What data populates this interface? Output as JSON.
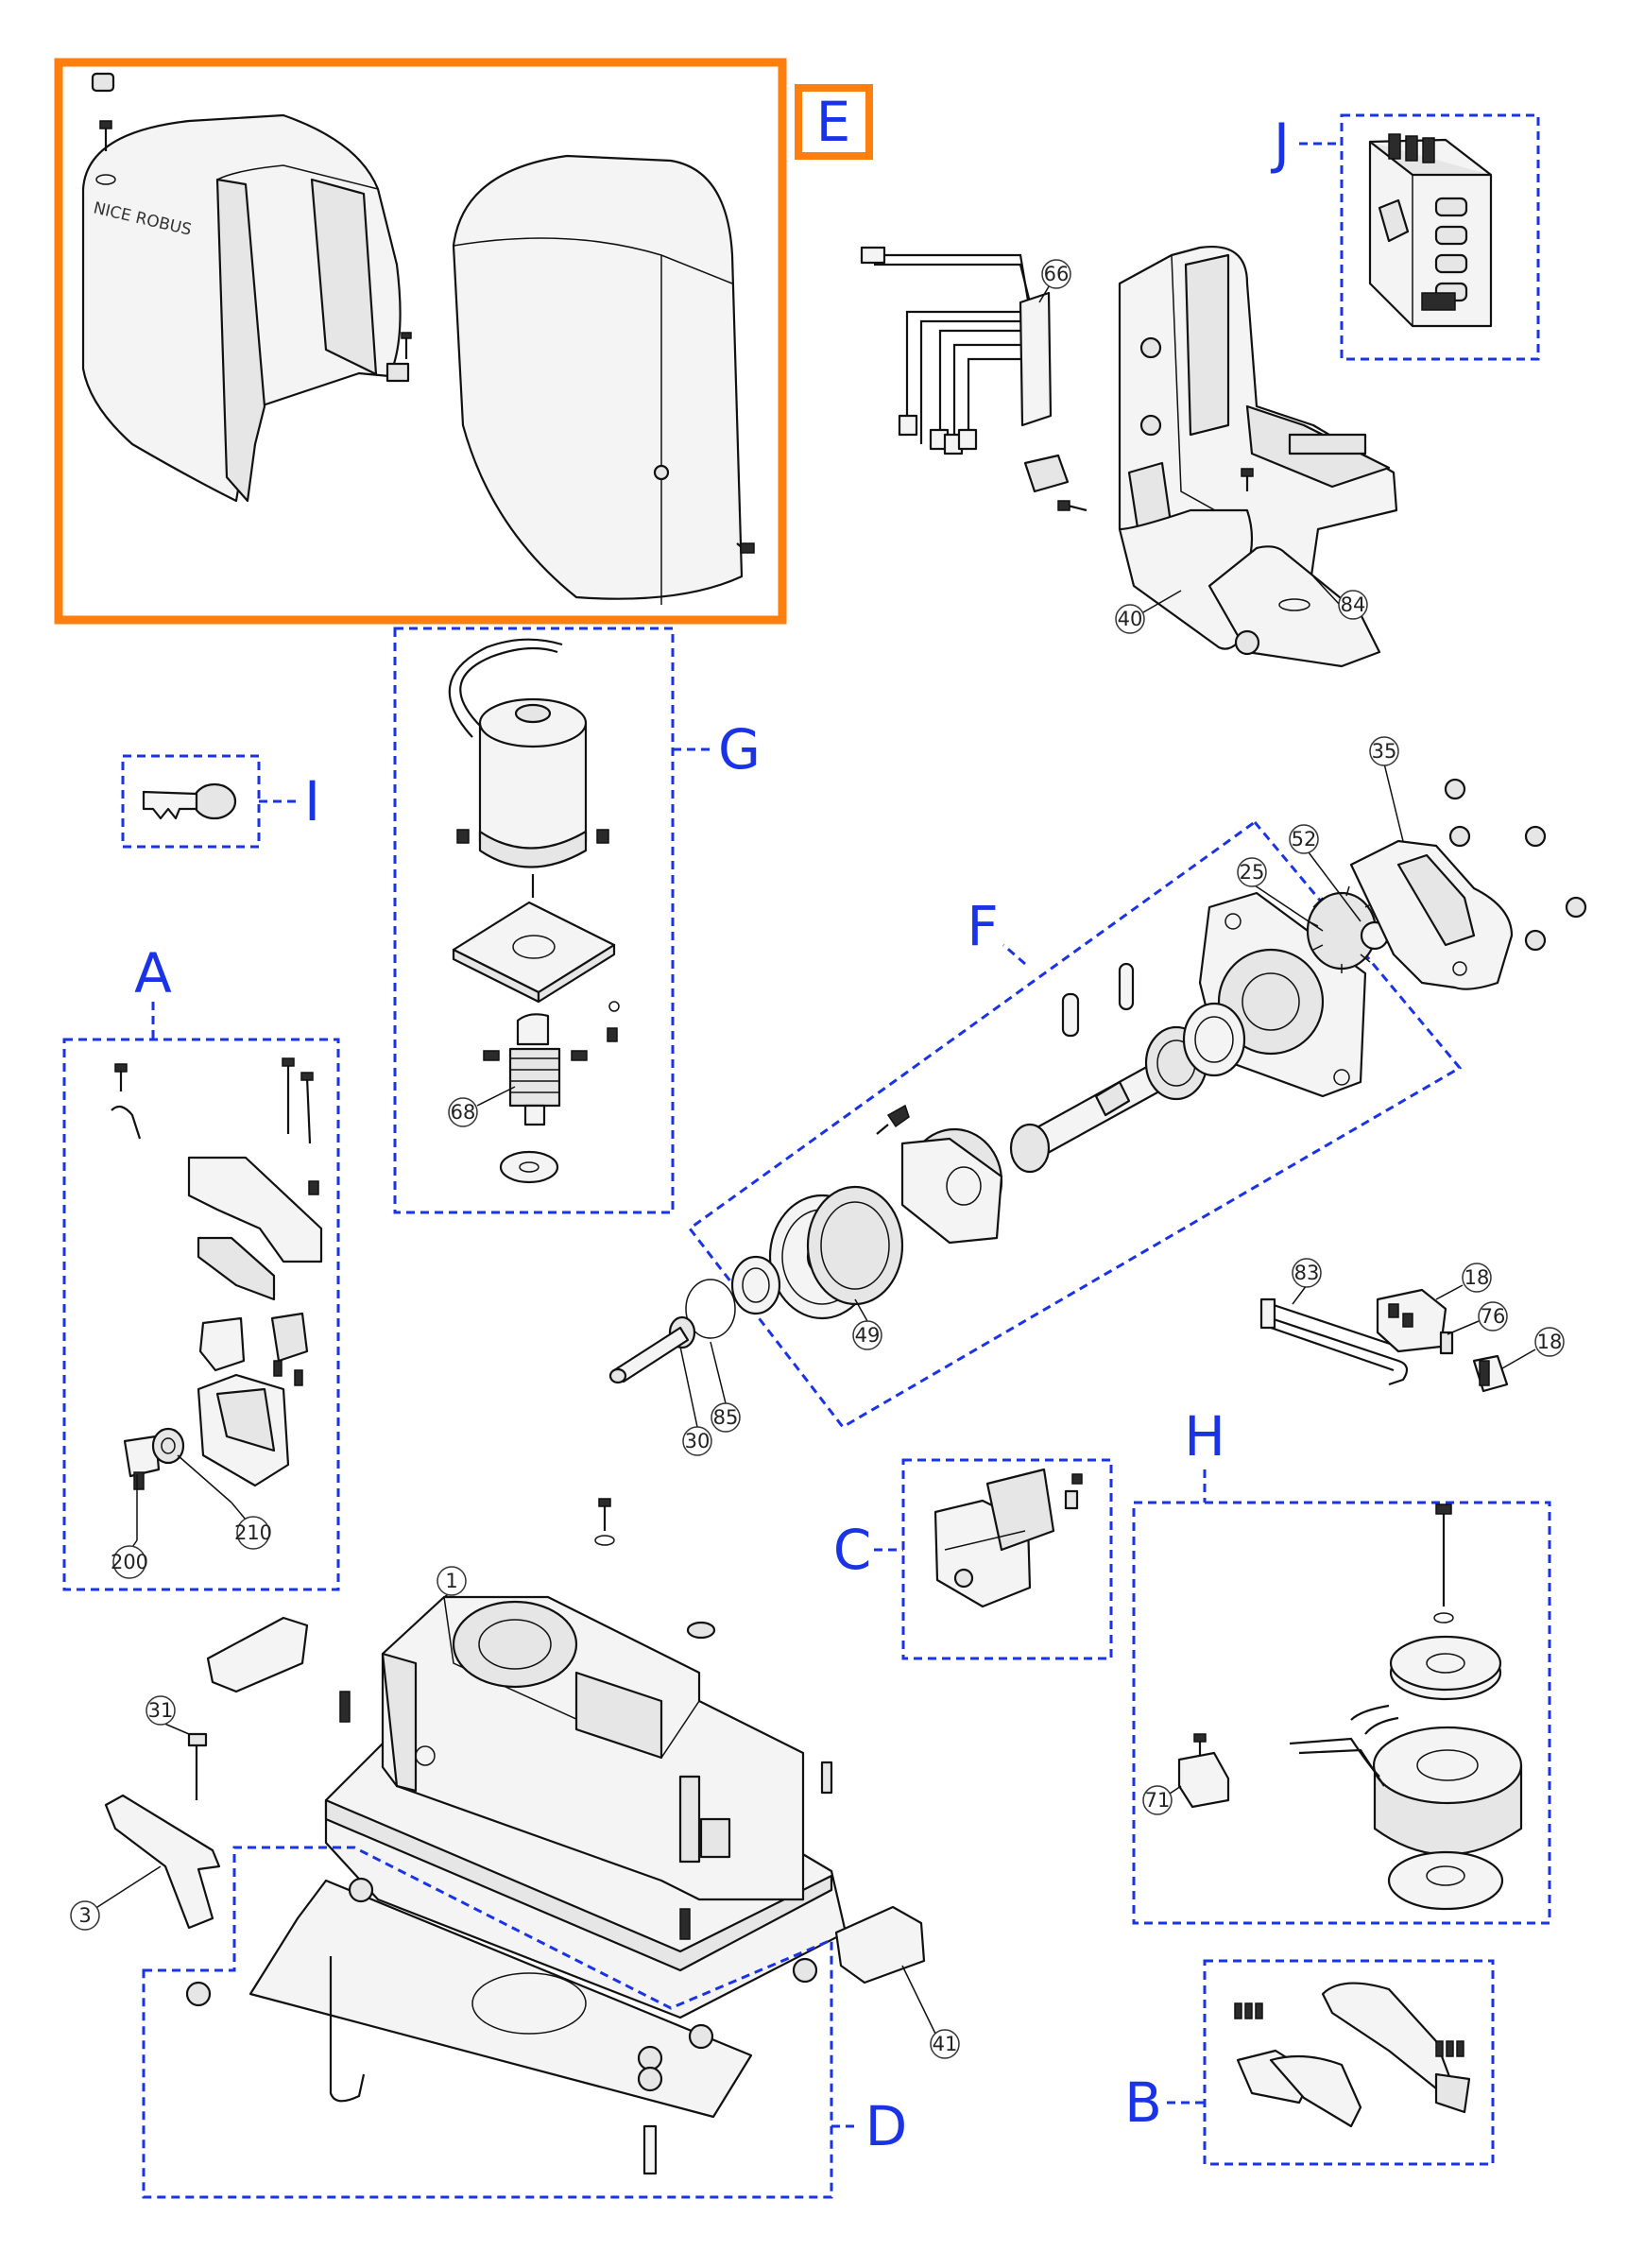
{
  "colors": {
    "highlight": "#ff7f0e",
    "group_box": "#1a33e6",
    "line_art": "#111111",
    "callout_fill": "#ffffff"
  },
  "group_labels": {
    "A": "A",
    "B": "B",
    "C": "C",
    "D": "D",
    "E": "E",
    "F": "F",
    "G": "G",
    "H": "H",
    "I": "I",
    "J": "J"
  },
  "cover_brand": "NICE ROBUS",
  "callouts": {
    "c1": "1",
    "c3": "3",
    "c18a": "18",
    "c18b": "18",
    "c25": "25",
    "c30": "30",
    "c31": "31",
    "c35": "35",
    "c40": "40",
    "c41": "41",
    "c49": "49",
    "c52": "52",
    "c66": "66",
    "c68": "68",
    "c71": "71",
    "c76": "76",
    "c83": "83",
    "c84": "84",
    "c85": "85",
    "c200": "200",
    "c210": "210"
  }
}
